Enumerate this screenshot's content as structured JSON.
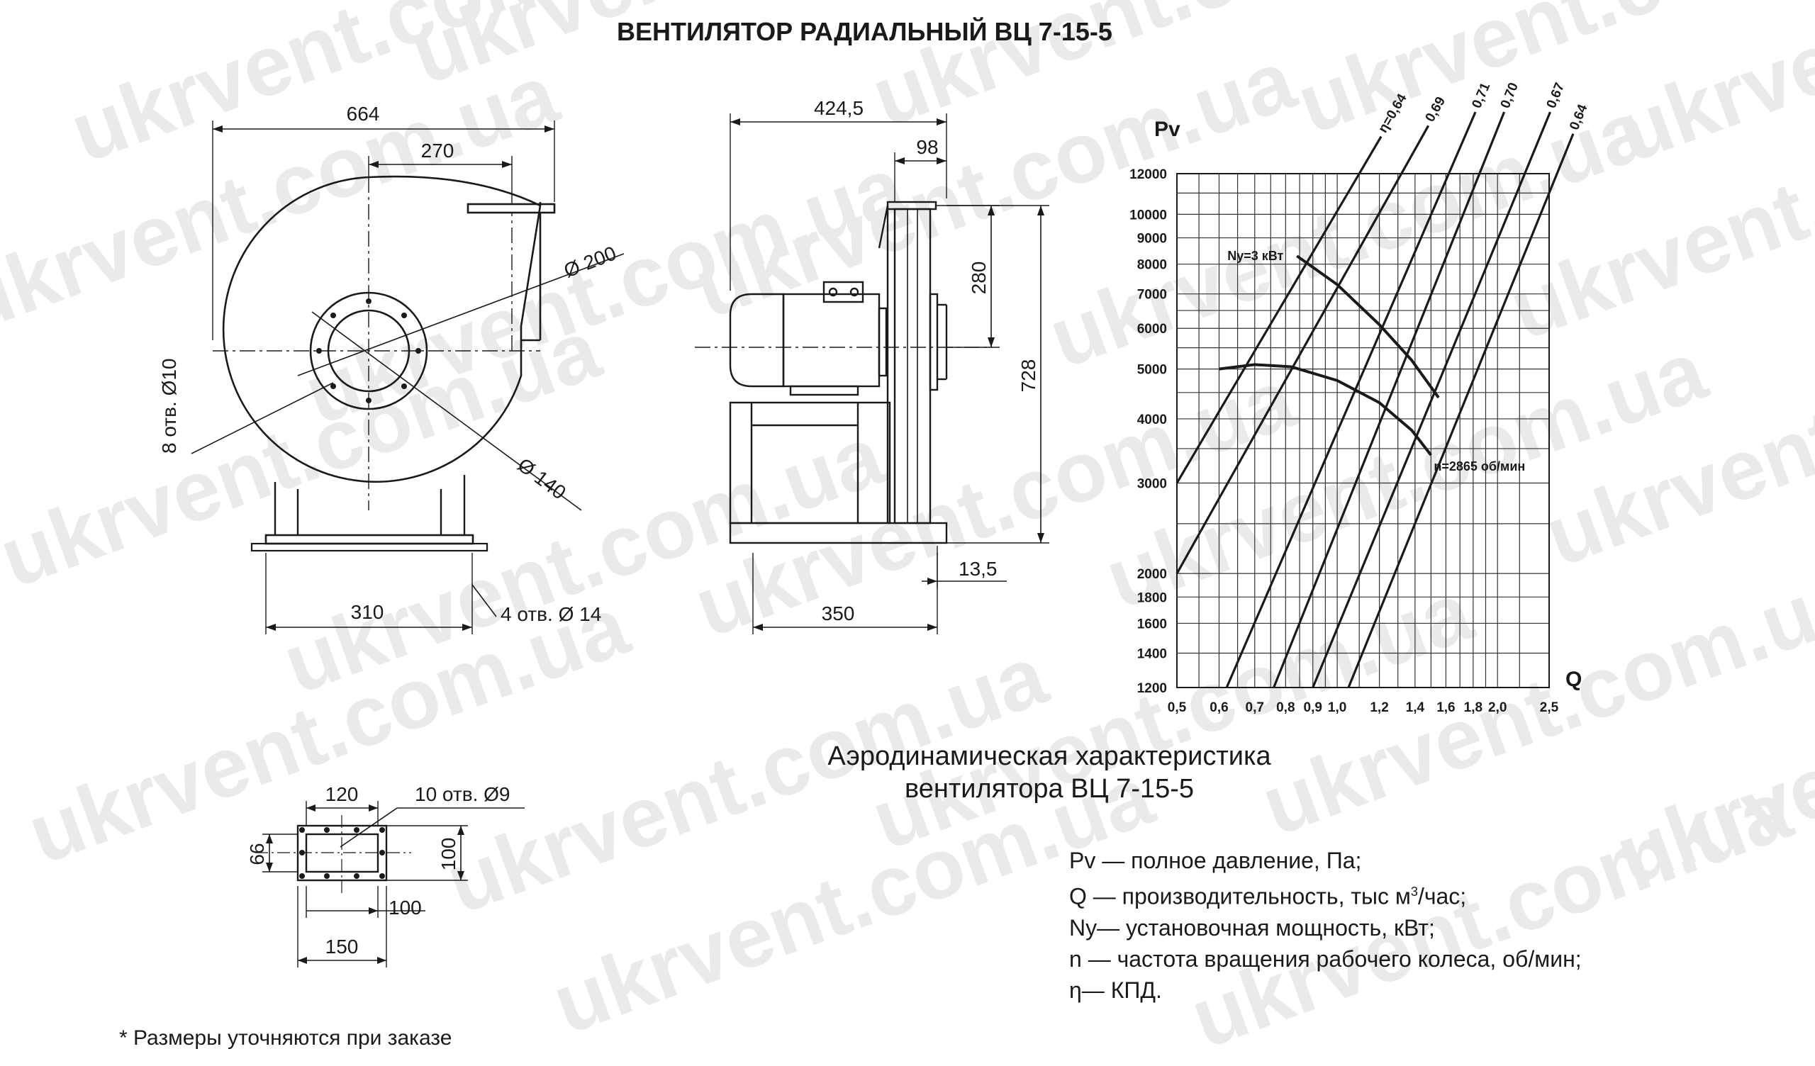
{
  "title": "ВЕНТИЛЯТОР РАДИАЛЬНЫЙ ВЦ 7-15-5",
  "watermark": "ukrvent.com.ua",
  "front_view": {
    "dim_664": "664",
    "dim_270": "270",
    "dim_d200": "Ø 200",
    "dim_d140": "Ø 140",
    "dim_holes8": "8 отв. Ø10",
    "dim_310": "310",
    "dim_holes4": "4 отв. Ø 14"
  },
  "side_view": {
    "dim_4245": "424,5",
    "dim_98": "98",
    "dim_280": "280",
    "dim_728": "728",
    "dim_135": "13,5",
    "dim_350": "350"
  },
  "flange_view": {
    "dim_120": "120",
    "dim_holes10": "10 отв. Ø9",
    "dim_66": "66",
    "dim_100v": "100",
    "dim_100h": "100",
    "dim_150": "150"
  },
  "chart_data": {
    "type": "line",
    "ylabel": "Pv",
    "xlabel": "Q",
    "x_scale": "log",
    "y_scale": "log",
    "xlim": [
      0.5,
      2.5
    ],
    "ylim": [
      1200,
      12000
    ],
    "x_ticks": [
      0.5,
      0.6,
      0.7,
      0.8,
      0.9,
      1.0,
      1.2,
      1.4,
      1.6,
      1.8,
      2.0,
      2.5
    ],
    "x_tick_labels": [
      "0,5",
      "0,6",
      "0,7",
      "0,8",
      "0,9",
      "1,0",
      "1,2",
      "1,4",
      "1,6",
      "1,8",
      "2,0",
      "2,5"
    ],
    "y_ticks": [
      1200,
      1400,
      1600,
      1800,
      2000,
      3000,
      4000,
      5000,
      6000,
      7000,
      8000,
      9000,
      10000,
      12000
    ],
    "y_tick_labels": [
      "1200",
      "1400",
      "1600",
      "1800",
      "2000",
      "3000",
      "4000",
      "5000",
      "6000",
      "7000",
      "8000",
      "9000",
      "10000",
      "12000"
    ],
    "efficiency_lines": [
      {
        "label": "η=0,64",
        "points": [
          [
            0.5,
            3000
          ],
          [
            1.1,
            12000
          ]
        ]
      },
      {
        "label": "0,69",
        "points": [
          [
            0.5,
            2000
          ],
          [
            1.32,
            12000
          ]
        ]
      },
      {
        "label": "0,71",
        "points": [
          [
            0.62,
            1200
          ],
          [
            1.62,
            12000
          ]
        ]
      },
      {
        "label": "0,70",
        "points": [
          [
            0.76,
            1200
          ],
          [
            1.85,
            12000
          ]
        ]
      },
      {
        "label": "0,67",
        "points": [
          [
            0.9,
            1200
          ],
          [
            2.25,
            12000
          ]
        ]
      },
      {
        "label": "0,64",
        "points": [
          [
            1.05,
            1200
          ],
          [
            2.5,
            11000
          ]
        ]
      }
    ],
    "curves": [
      {
        "label": "Ny=3 кВт",
        "points": [
          [
            0.84,
            8300
          ],
          [
            1.0,
            7300
          ],
          [
            1.2,
            6100
          ],
          [
            1.38,
            5200
          ],
          [
            1.55,
            4400
          ]
        ]
      },
      {
        "label": "n=2865 об/мин",
        "points": [
          [
            0.6,
            5000
          ],
          [
            0.7,
            5100
          ],
          [
            0.82,
            5050
          ],
          [
            1.0,
            4750
          ],
          [
            1.2,
            4300
          ],
          [
            1.38,
            3800
          ],
          [
            1.5,
            3400
          ]
        ]
      }
    ]
  },
  "caption": {
    "line1": "Аэродинамическая характеристика",
    "line2": "вентилятора  ВЦ 7-15-5"
  },
  "legend": {
    "pv": "Pv — полное давление, Па;",
    "q_prefix": "Q  — производительность, тыс м",
    "q_sup": "3",
    "q_suffix": "/час;",
    "ny": "Ny— установочная мощность, кВт;",
    "n": "n — частота вращения рабочего колеса,  об/мин;",
    "eta": "η— КПД."
  },
  "footnote": "* Размеры уточняются при заказе"
}
